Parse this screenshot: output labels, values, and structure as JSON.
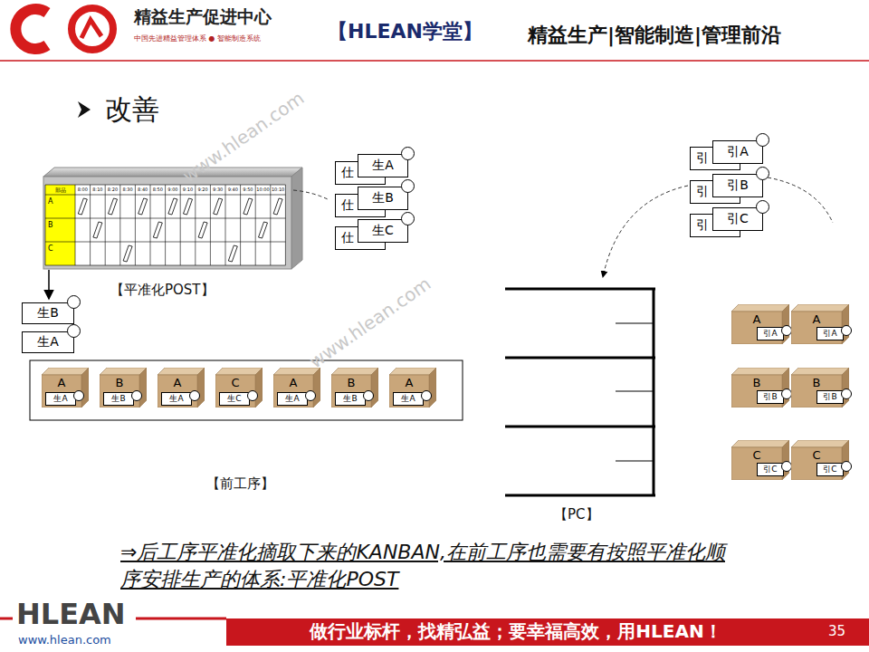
{
  "diagram": {
    "title": "改善",
    "caption": "⇒后工序平准化摘取下来的KANBAN,在前工序也需要有按照平准化顺序安排生产的体系:平准化POST",
    "nodes": [
      {
        "text": [
          "仕"
        ]
      },
      {
        "text": [
          "仕"
        ]
      },
      {
        "text": [
          "仕"
        ]
      },
      {
        "text": [
          "生A"
        ]
      },
      {
        "text": [
          "生B"
        ]
      },
      {
        "text": [
          "生C"
        ]
      },
      {
        "text": [
          "引"
        ]
      },
      {
        "text": [
          "引"
        ]
      },
      {
        "text": [
          "引"
        ]
      },
      {
        "text": [
          "引A"
        ]
      },
      {
        "text": [
          "引B"
        ]
      },
      {
        "text": [
          "引C"
        ]
      },
      {
        "text": [
          "生B"
        ]
      },
      {
        "text": [
          "生A"
        ]
      },
      {
        "text": [
          "A"
        ]
      },
      {
        "text": [
          "生A"
        ],
        "in": 14
      },
      {
        "text": [
          "B"
        ]
      },
      {
        "text": [
          "生B"
        ],
        "in": 16
      },
      {
        "text": [
          "A"
        ]
      },
      {
        "text": [
          "生A"
        ],
        "in": 18
      },
      {
        "text": [
          "C"
        ]
      },
      {
        "text": [
          "生C"
        ],
        "in": 20
      },
      {
        "text": [
          "A"
        ]
      },
      {
        "text": [
          "生A"
        ],
        "in": 22
      },
      {
        "text": [
          "B"
        ]
      },
      {
        "text": [
          "生B"
        ],
        "in": 24
      },
      {
        "text": [
          "A"
        ]
      },
      {
        "text": [
          "生A"
        ],
        "in": 26
      },
      {
        "text": [
          "A"
        ]
      },
      {
        "text": [
          "引A"
        ],
        "in": 28
      },
      {
        "text": [
          "A"
        ]
      },
      {
        "text": [
          "引A"
        ],
        "in": 30
      },
      {
        "text": [
          "B"
        ]
      },
      {
        "text": [
          "引B"
        ],
        "in": 32
      },
      {
        "text": [
          "B"
        ]
      },
      {
        "text": [
          "引B"
        ],
        "in": 34
      },
      {
        "text": [
          "C"
        ]
      },
      {
        "text": [
          "引C"
        ],
        "in": 36
      },
      {
        "text": [
          "C"
        ]
      },
      {
        "text": [
          "引C"
        ],
        "in": 38
      }
    ],
    "labels": [
      "精益生产促进中心",
      "中国先进精益管理体系 ● 智能制造系统",
      "【HLEAN学堂】",
      "精益生产|智能制造|管理前沿",
      "部品",
      "8:00",
      "8:10",
      "8:20",
      "8:30",
      "8:40",
      "8:50",
      "9:00",
      "9:10",
      "9:20",
      "9:30",
      "9:40",
      "9:50",
      "10:00",
      "10:10",
      "A",
      "B",
      "C",
      "【平准化POST】",
      "【前工序】",
      "【PC】",
      "HLEAN",
      "www.hlean.com",
      "做行业标杆，找精弘益；要幸福高效，用HLEAN！",
      "35",
      "www.hlean.com",
      "www.hlean.com"
    ]
  }
}
